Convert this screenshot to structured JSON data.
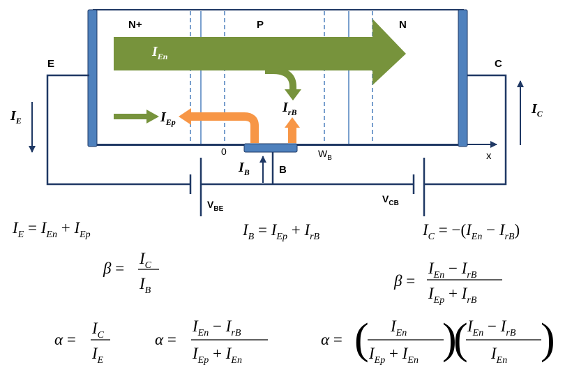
{
  "regions": {
    "emitter": "N+",
    "base": "P",
    "collector": "N"
  },
  "terminals": {
    "emitter": "E",
    "collector": "C",
    "base": "B"
  },
  "axis": {
    "origin": "0",
    "base_width": "W",
    "base_width_sub": "B",
    "x": "x"
  },
  "sources": {
    "vbe": "V",
    "vbe_sub": "BE",
    "vcb": "V",
    "vcb_sub": "CB"
  },
  "currents": {
    "I_En": {
      "main": "I",
      "sub": "En"
    },
    "I_Ep": {
      "main": "I",
      "sub": "Ep"
    },
    "I_rB": {
      "main": "I",
      "sub": "rB"
    },
    "I_E": {
      "main": "I",
      "sub": "E"
    },
    "I_C": {
      "main": "I",
      "sub": "C"
    },
    "I_B": {
      "main": "I",
      "sub": "B"
    }
  },
  "equations": {
    "ie": "I_E = I_En + I_Ep",
    "ib": "I_B = I_Ep + I_rB",
    "ic": "I_C = −(I_En − I_rB)",
    "beta1": "β = I_C / I_B",
    "beta2": "β = (I_En − I_rB) / (I_Ep + I_rB)",
    "alpha1": "α = I_C / I_E",
    "alpha2": "α = (I_En − I_rB) / (I_Ep + I_En)",
    "alpha3": "α = (I_En / (I_Ep + I_En)) ((I_En − I_rB) / I_En)"
  },
  "colors": {
    "electron": "#77933C",
    "hole": "#F79646",
    "contact": "#4F81BD",
    "wire": "#1F3864"
  }
}
